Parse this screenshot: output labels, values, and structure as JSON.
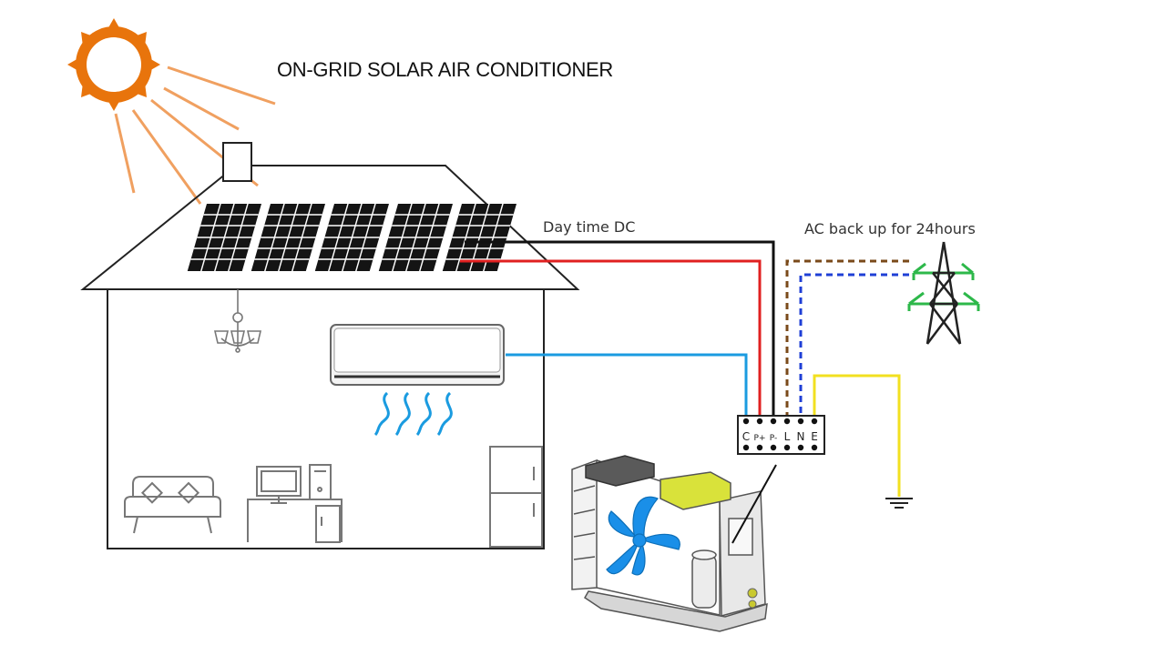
{
  "title": "ON-GRID SOLAR AIR CONDITIONER",
  "labels": {
    "dc": "Day time DC",
    "ac": "AC back up for 24hours"
  },
  "terminals": [
    "C",
    "P+",
    "P-",
    "L",
    "N",
    "E"
  ],
  "colors": {
    "sun": "#e8740c",
    "rays": "#f0a060",
    "dc_positive": "#e02020",
    "dc_negative": "#111111",
    "ac_live": "#7a4a1a",
    "ac_neutral": "#1f3fd6",
    "earth": "#f2e020",
    "indoor_link": "#1a9be0",
    "tower": "#2db84a",
    "fan": "#1a8fe8"
  }
}
